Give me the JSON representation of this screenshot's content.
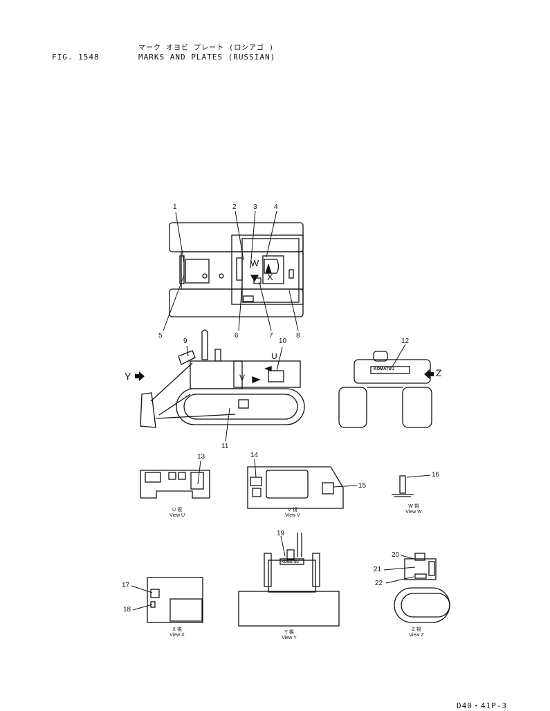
{
  "header": {
    "fig": "FIG. 1548",
    "title_jp": "マーク オヨビ プレート (ロシアゴ )",
    "title_en": "MARKS AND PLATES (RUSSIAN)"
  },
  "callouts": [
    "1",
    "2",
    "3",
    "4",
    "5",
    "6",
    "7",
    "8",
    "9",
    "10",
    "11",
    "12",
    "13",
    "14",
    "15",
    "16",
    "17",
    "18",
    "19",
    "20",
    "21",
    "22"
  ],
  "letters": {
    "y": "Y",
    "z": "Z",
    "w": "W",
    "x": "X",
    "u": "U",
    "v": "V"
  },
  "brand": "KOMATSU",
  "views": {
    "u": {
      "jp": "U   視",
      "en": "View U"
    },
    "v": {
      "jp": "V   視",
      "en": "View V"
    },
    "w": {
      "jp": "W   視",
      "en": "View W"
    },
    "x": {
      "jp": "X   視",
      "en": "View X"
    },
    "y": {
      "jp": "Y   視",
      "en": "View Y"
    },
    "z": {
      "jp": "Z   視",
      "en": "View Z"
    }
  },
  "footer": "D40・41P-3"
}
